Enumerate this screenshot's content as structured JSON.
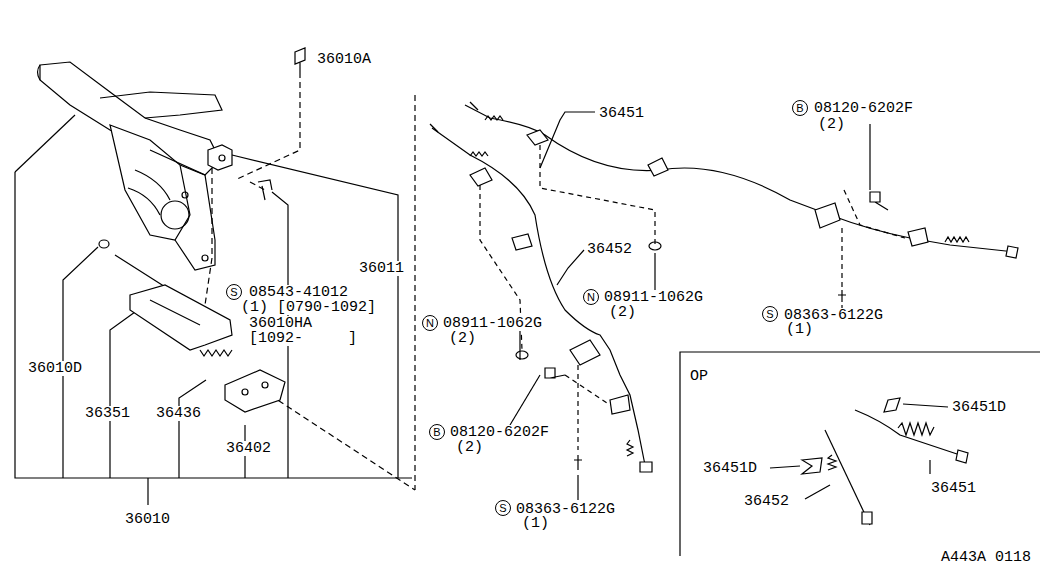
{
  "diagram": {
    "nodes": [
      {
        "text": [
          "S"
        ]
      },
      {
        "text": [
          "B"
        ]
      },
      {
        "text": [
          "N"
        ]
      },
      {
        "text": [
          "N"
        ]
      },
      {
        "text": [
          "B"
        ]
      },
      {
        "text": [
          "S"
        ]
      },
      {
        "text": [
          "S"
        ]
      }
    ],
    "labels": [
      "36010A",
      "08543-41012",
      "(1) [0790-1092]",
      "36010HA",
      "[1092-     ]",
      "36011",
      "36010D",
      "36351",
      "36436",
      "36402",
      "36010",
      "36451",
      "08120-6202F",
      "(2)",
      "36452",
      "08911-1062G",
      "(2)",
      "08911-1062G",
      "(2)",
      "08120-6202F",
      "(2)",
      "08363-6122G",
      "(1)",
      "08363-6122G",
      "(1)",
      "OP",
      "36451D",
      "36451D",
      "36452",
      "36451",
      "A443A 0118"
    ]
  }
}
